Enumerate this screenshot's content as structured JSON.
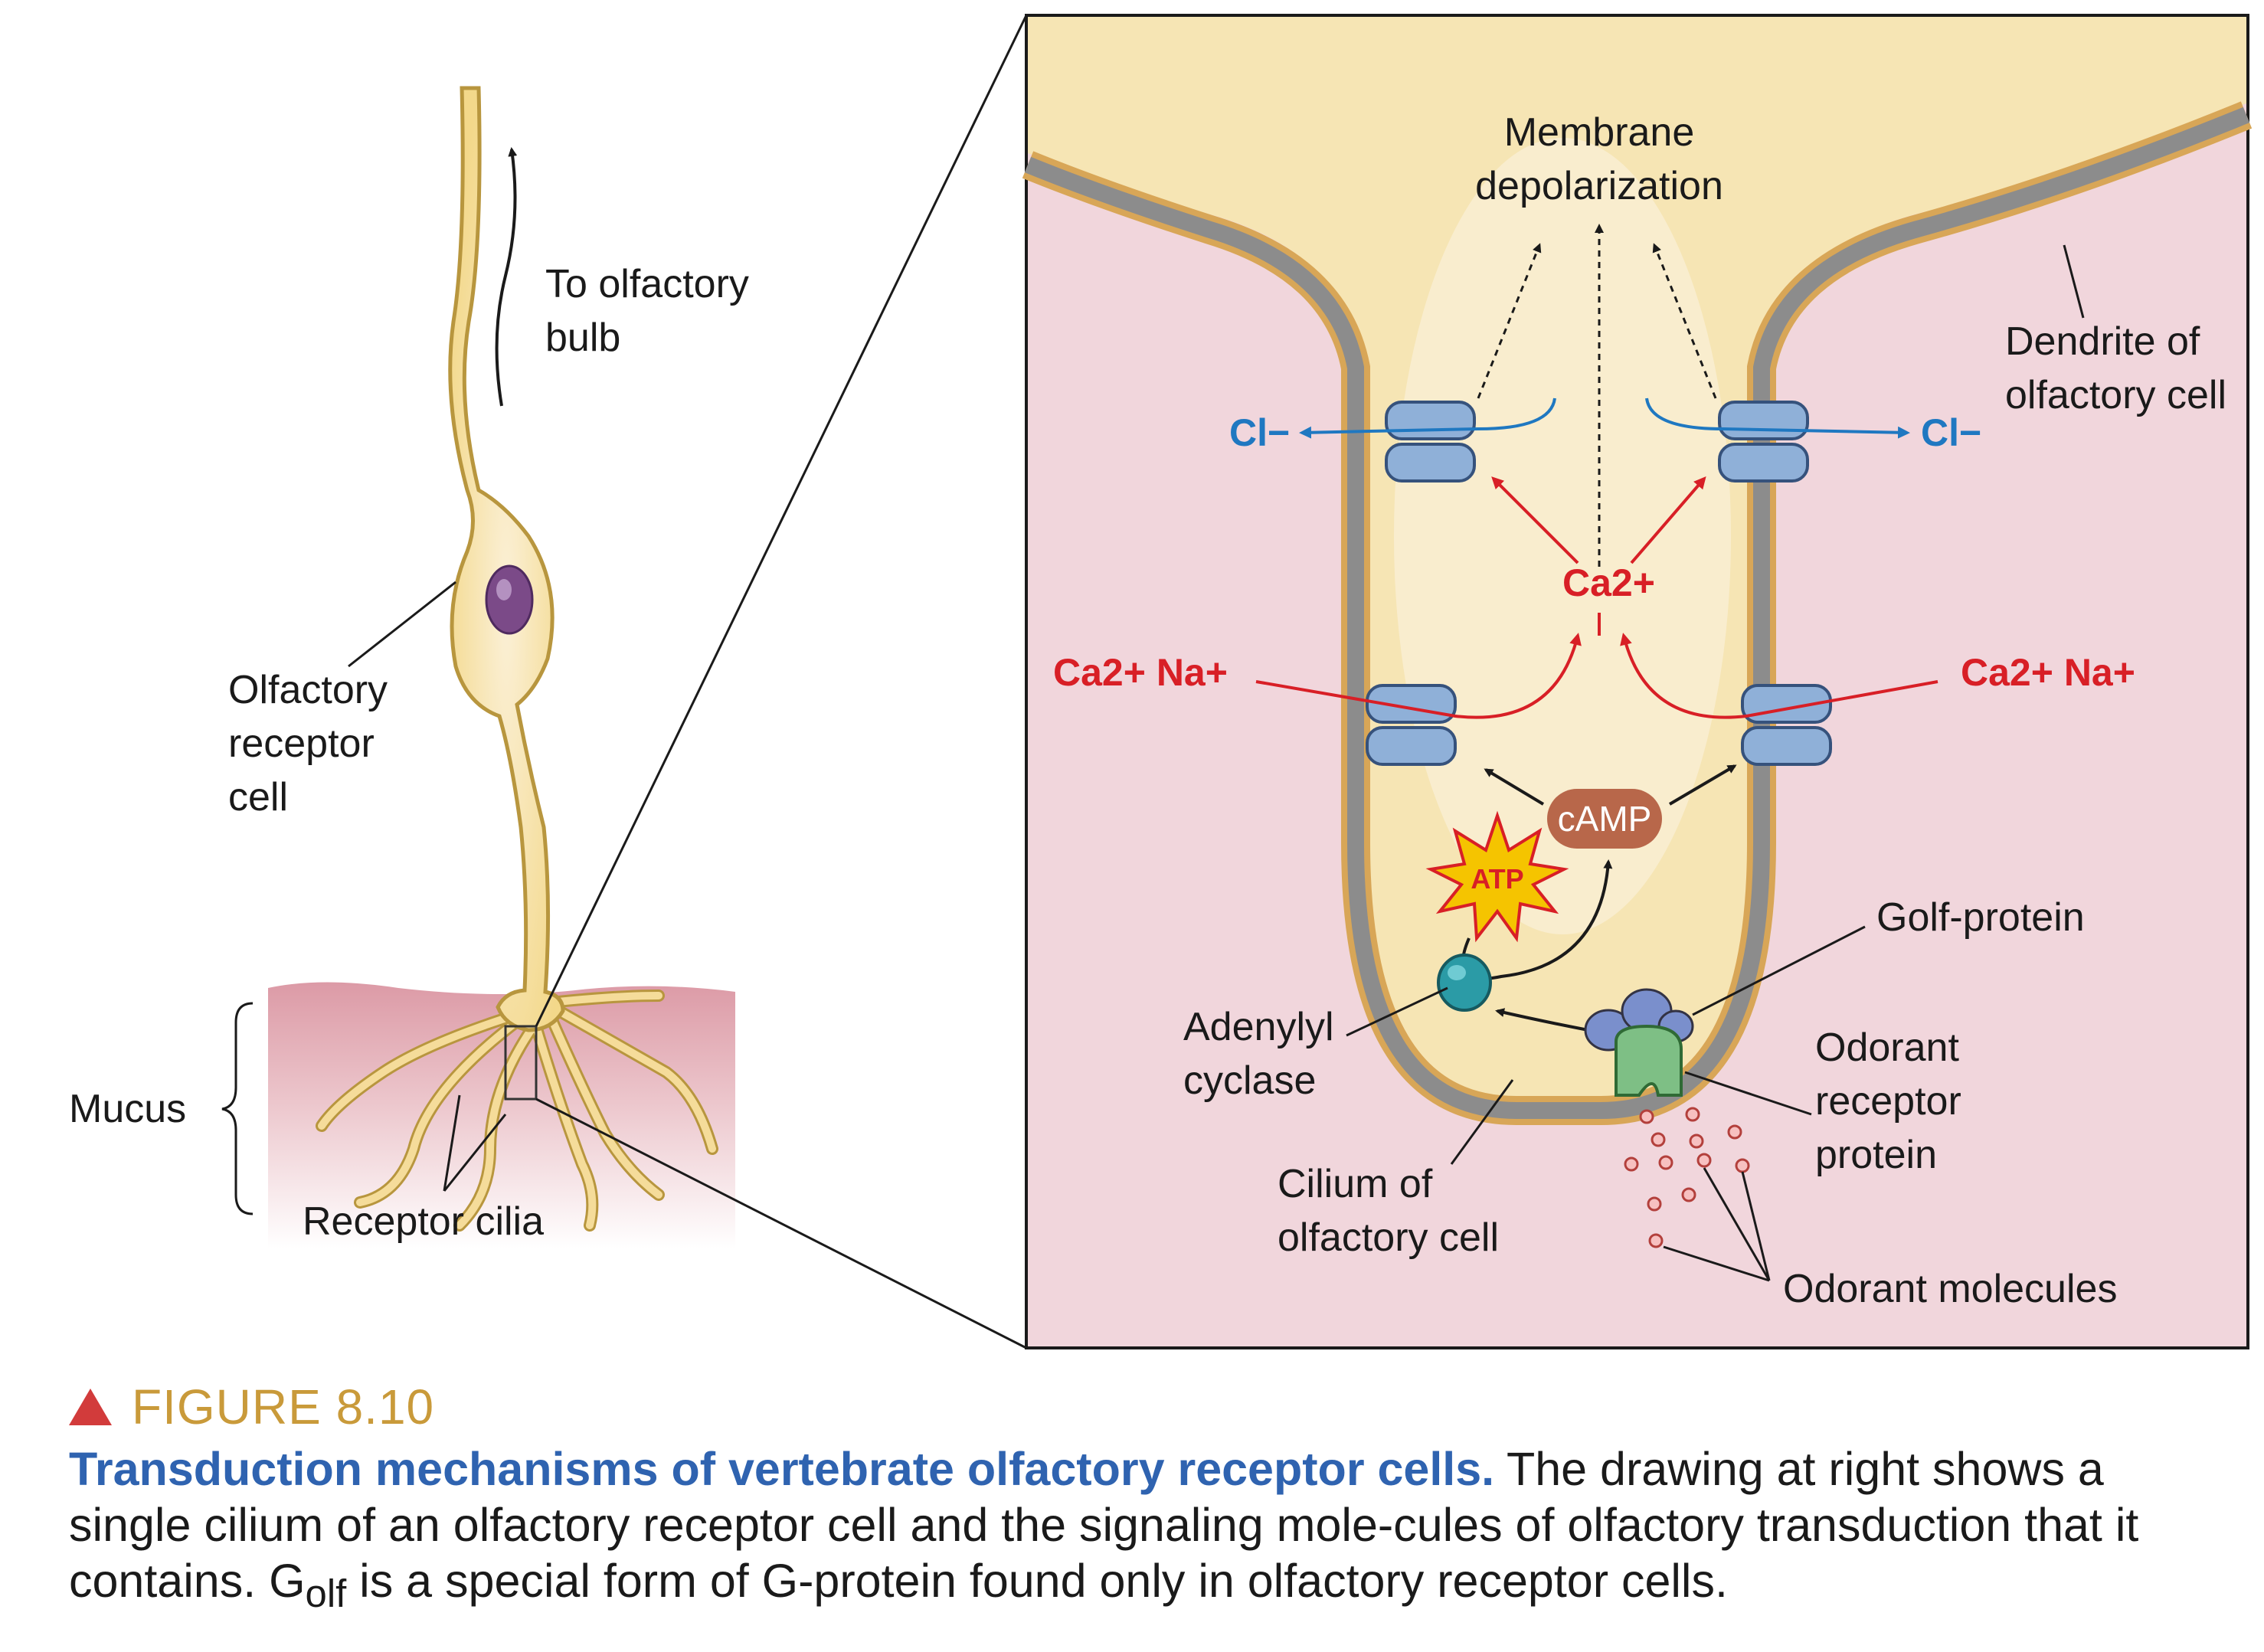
{
  "left_panel": {
    "to_bulb": [
      "To olfactory",
      "bulb"
    ],
    "receptor_cell": [
      "Olfactory",
      "receptor",
      "cell"
    ],
    "mucus": "Mucus",
    "receptor_cilia": "Receptor cilia"
  },
  "right_panel": {
    "membrane_depolarization": [
      "Membrane",
      "depolarization"
    ],
    "dendrite": [
      "Dendrite of",
      "olfactory cell"
    ],
    "chloride_left": "Cl−",
    "chloride_right": "Cl−",
    "ca_center": "Ca2+",
    "ca_na_left": "Ca2+  Na+",
    "ca_na_right": "Ca2+  Na+",
    "camp": "cAMP",
    "atp": "ATP",
    "golf_protein": "Golf-protein",
    "adenylyl_cyclase": [
      "Adenylyl",
      "cyclase"
    ],
    "odorant_receptor": [
      "Odorant",
      "receptor",
      "protein"
    ],
    "cilium": [
      "Cilium of",
      "olfactory cell"
    ],
    "odorant_molecules": "Odorant molecules"
  },
  "caption": {
    "figure_number": "FIGURE 8.10",
    "bold": "Transduction mechanisms of vertebrate olfactory receptor cells.",
    "text_1": " The drawing at right shows a single cilium of an olfactory receptor cell and the signaling mole-cules of olfactory transduction that it contains. G",
    "subscript": "olf",
    "text_2": " is a special form of G-protein found only in olfactory receptor cells."
  },
  "colors": {
    "cell_fill": "#f7e1a3",
    "background_pink": "#f1d6dc",
    "membrane_gray": "#8c8c8c",
    "channel_blue": "#8fb0d8",
    "ion_red": "#d81f26",
    "ion_blue": "#1f78c1",
    "camp": "#b8674a",
    "atp": "#f5c400",
    "figure_label": "#c99a3a",
    "caption_bold": "#2f63b0"
  }
}
